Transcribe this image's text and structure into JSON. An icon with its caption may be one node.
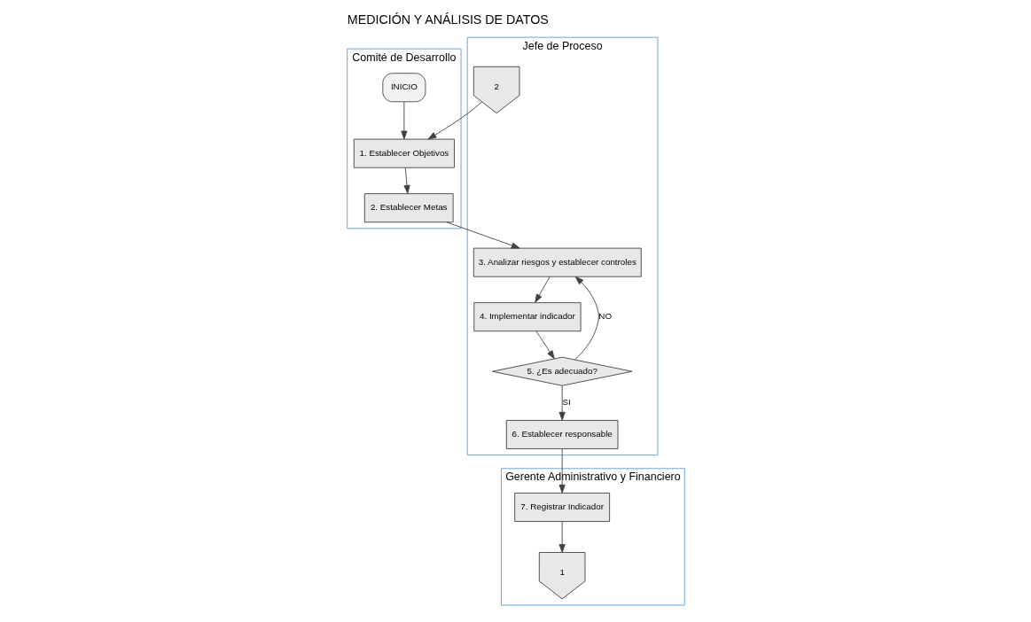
{
  "diagram": {
    "title": "MEDICIÓN Y ANÁLISIS DE DATOS",
    "nodes": [
      {
        "text": [
          "Comité de Desarrollo"
        ]
      },
      {
        "text": [
          "Jefe de Proceso"
        ]
      },
      {
        "text": [
          "Gerente Administrativo y Financiero"
        ]
      },
      {
        "text": [
          "INICIO"
        ],
        "in": 0
      },
      {
        "text": [
          "1. Establecer Objetivos"
        ],
        "in": 0
      },
      {
        "text": [
          "2"
        ],
        "in": 1
      },
      {
        "text": [
          "2. Establecer Metas"
        ],
        "in": 0
      },
      {
        "text": [
          "3. Analizar riesgos y establecer controles"
        ],
        "in": 1
      },
      {
        "text": [
          "4. Implementar indicador"
        ],
        "in": 1
      },
      {
        "text": [
          "5. ¿Es adecuado?"
        ],
        "in": 1
      },
      {
        "text": [
          "6. Establecer responsable"
        ],
        "in": 1
      },
      {
        "text": [
          "7. Registrar Indicador"
        ],
        "in": 2
      },
      {
        "text": [
          "1"
        ],
        "in": 2
      }
    ],
    "edges": [
      {
        "from": 3,
        "to": 4,
        "arrow": "to"
      },
      {
        "from": 5,
        "to": 4,
        "arrow": "to"
      },
      {
        "from": 4,
        "to": 6,
        "arrow": "to"
      },
      {
        "from": 6,
        "to": 7,
        "arrow": "to"
      },
      {
        "from": 7,
        "to": 8,
        "arrow": "to"
      },
      {
        "from": 8,
        "to": 9,
        "arrow": "to"
      },
      {
        "from": 9,
        "to": 7,
        "label": "NO",
        "arrow": "to"
      },
      {
        "from": 9,
        "to": 10,
        "label": "SI",
        "arrow": "to"
      },
      {
        "from": 10,
        "to": 11,
        "arrow": "to"
      },
      {
        "from": 11,
        "to": 12,
        "arrow": "to"
      }
    ]
  }
}
